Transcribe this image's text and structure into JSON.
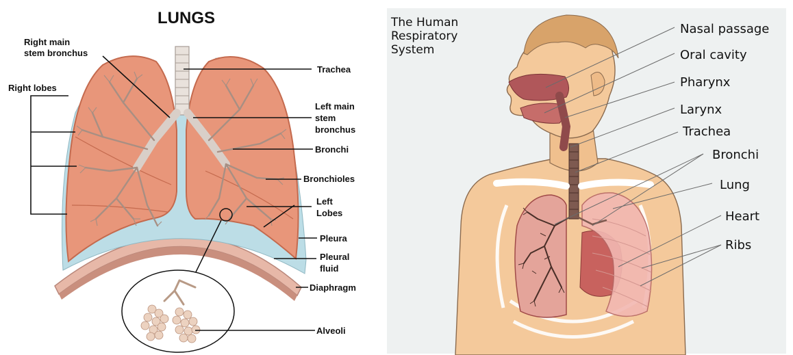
{
  "lungs_diagram": {
    "title": "LUNGS",
    "labels": {
      "right_main_stem_bronchus": [
        "Right main",
        "stem bronchus"
      ],
      "right_lobes": "Right lobes",
      "trachea": "Trachea",
      "left_main_stem_bronchus": [
        "Left main",
        "stem",
        "bronchus"
      ],
      "bronchi": "Bronchi",
      "bronchioles": "Bronchioles",
      "left_lobes": [
        "Left",
        "Lobes"
      ],
      "pleura": "Pleura",
      "pleural_fluid": [
        "Pleural",
        "fluid"
      ],
      "diaphragm": "Diaphragm",
      "alveoli": "Alveoli"
    }
  },
  "respiratory_diagram": {
    "title": [
      "The Human",
      "Respiratory",
      "System"
    ],
    "labels": {
      "nasal_passage": "Nasal passage",
      "oral_cavity": "Oral cavity",
      "pharynx": "Pharynx",
      "larynx": "Larynx",
      "trachea": "Trachea",
      "bronchi": "Bronchi",
      "lung": "Lung",
      "heart": "Heart",
      "ribs": "Ribs"
    }
  },
  "colors": {
    "lung_fill": "#e8967a",
    "lung_stroke": "#c46a4e",
    "bronchi": "#a88f83",
    "pleural_fluid": "#bcdde6",
    "diaphragm": "#e7b8a8",
    "skin": "#f4c99b",
    "airway": "#b0575a",
    "bg_right": "#eef1f1"
  }
}
